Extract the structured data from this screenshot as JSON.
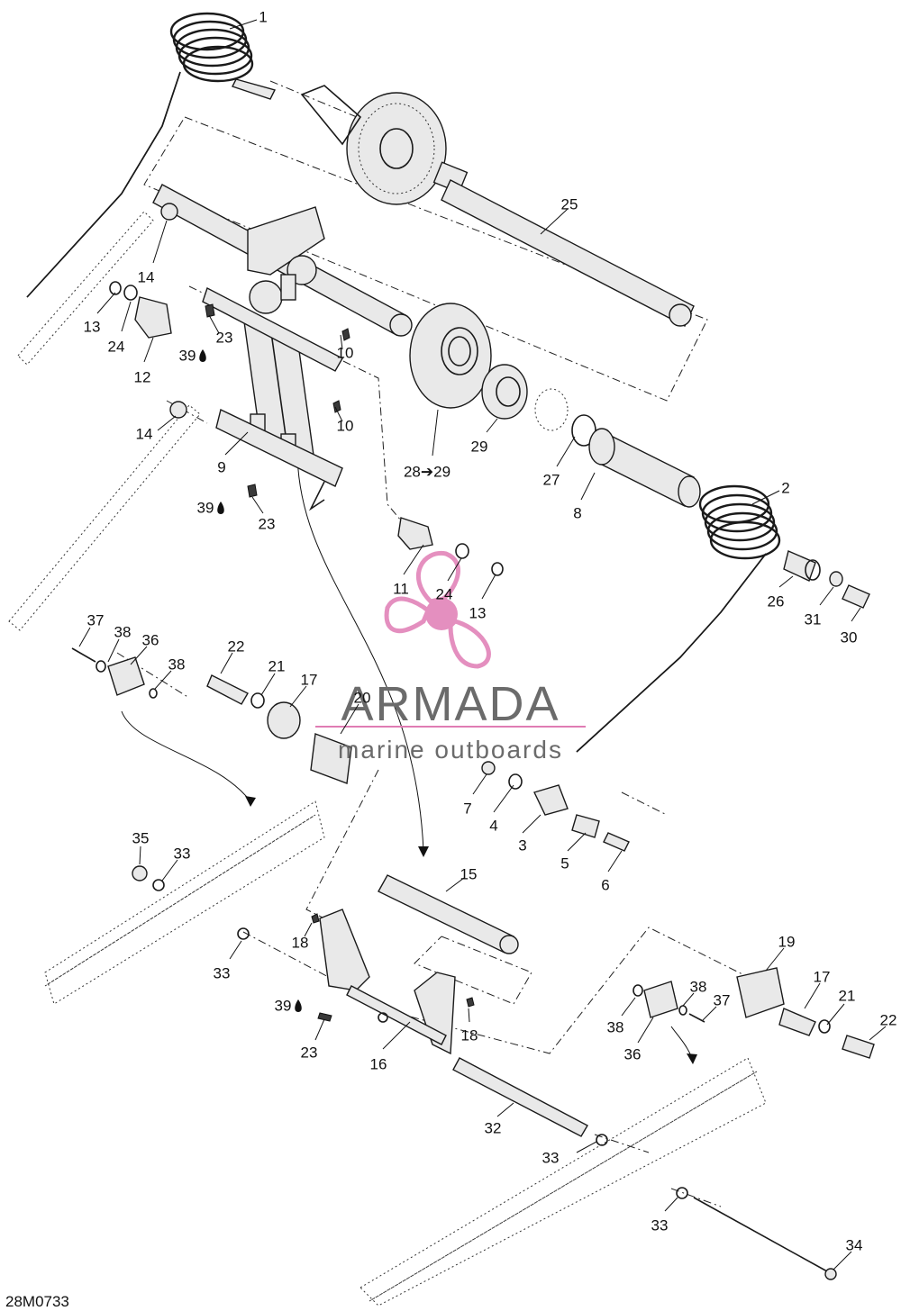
{
  "drawing_code": "28M0733",
  "watermark": {
    "brand": "ARMADA",
    "tagline": "marine outboards",
    "logo_color": "#e07cb4",
    "text_color": "#6b6b6b"
  },
  "callouts": [
    {
      "id": "c1",
      "text": "1"
    },
    {
      "id": "c2",
      "text": "2"
    },
    {
      "id": "c3",
      "text": "3"
    },
    {
      "id": "c4",
      "text": "4"
    },
    {
      "id": "c5",
      "text": "5"
    },
    {
      "id": "c6",
      "text": "6"
    },
    {
      "id": "c7",
      "text": "7"
    },
    {
      "id": "c8",
      "text": "8"
    },
    {
      "id": "c9",
      "text": "9"
    },
    {
      "id": "c10a",
      "text": "10"
    },
    {
      "id": "c10b",
      "text": "10"
    },
    {
      "id": "c11",
      "text": "11"
    },
    {
      "id": "c12",
      "text": "12"
    },
    {
      "id": "c13a",
      "text": "13"
    },
    {
      "id": "c13b",
      "text": "13"
    },
    {
      "id": "c14a",
      "text": "14"
    },
    {
      "id": "c14b",
      "text": "14"
    },
    {
      "id": "c15",
      "text": "15"
    },
    {
      "id": "c16",
      "text": "16"
    },
    {
      "id": "c17a",
      "text": "17"
    },
    {
      "id": "c17b",
      "text": "17"
    },
    {
      "id": "c18a",
      "text": "18"
    },
    {
      "id": "c18b",
      "text": "18"
    },
    {
      "id": "c19",
      "text": "19"
    },
    {
      "id": "c20",
      "text": "20"
    },
    {
      "id": "c21a",
      "text": "21"
    },
    {
      "id": "c21b",
      "text": "21"
    },
    {
      "id": "c22a",
      "text": "22"
    },
    {
      "id": "c22b",
      "text": "22"
    },
    {
      "id": "c23a",
      "text": "23"
    },
    {
      "id": "c23b",
      "text": "23"
    },
    {
      "id": "c23c",
      "text": "23"
    },
    {
      "id": "c24a",
      "text": "24"
    },
    {
      "id": "c24b",
      "text": "24"
    },
    {
      "id": "c25",
      "text": "25"
    },
    {
      "id": "c26",
      "text": "26"
    },
    {
      "id": "c27",
      "text": "27"
    },
    {
      "id": "c2829",
      "text": "28➔29"
    },
    {
      "id": "c29",
      "text": "29"
    },
    {
      "id": "c30",
      "text": "30"
    },
    {
      "id": "c31",
      "text": "31"
    },
    {
      "id": "c32",
      "text": "32"
    },
    {
      "id": "c33a",
      "text": "33"
    },
    {
      "id": "c33b",
      "text": "33"
    },
    {
      "id": "c33c",
      "text": "33"
    },
    {
      "id": "c33d",
      "text": "33"
    },
    {
      "id": "c34",
      "text": "34"
    },
    {
      "id": "c35",
      "text": "35"
    },
    {
      "id": "c36a",
      "text": "36"
    },
    {
      "id": "c36b",
      "text": "36"
    },
    {
      "id": "c37a",
      "text": "37"
    },
    {
      "id": "c37b",
      "text": "37"
    },
    {
      "id": "c38a",
      "text": "38"
    },
    {
      "id": "c38b",
      "text": "38"
    },
    {
      "id": "c38c",
      "text": "38"
    },
    {
      "id": "c38d",
      "text": "38"
    },
    {
      "id": "c39a",
      "text": "39"
    },
    {
      "id": "c39b",
      "text": "39"
    },
    {
      "id": "c39c",
      "text": "39"
    }
  ]
}
